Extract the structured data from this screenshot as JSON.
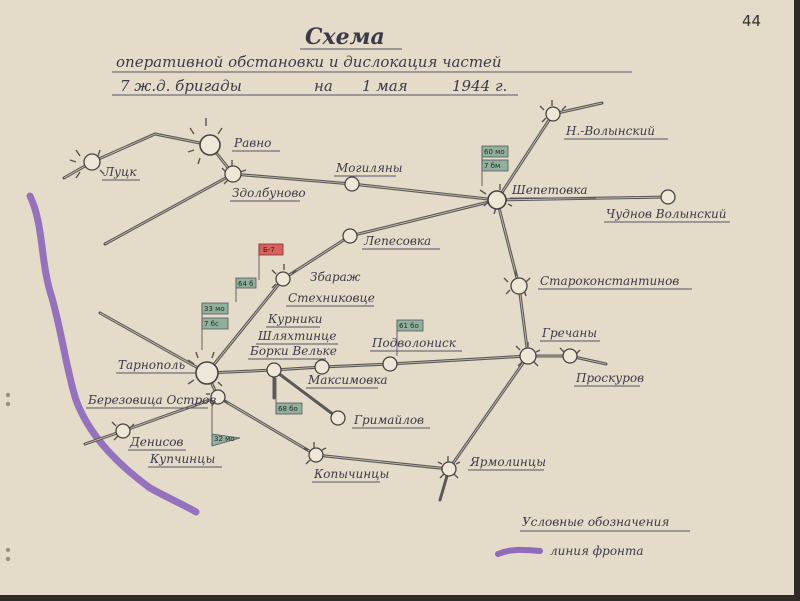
{
  "page_number": "44",
  "title": {
    "line1": "Схема",
    "line2": "оперативной обстановки и дислокация частей",
    "line3_a": "7 ж.д. бригады",
    "line3_b": "на",
    "line3_c": "1 мая",
    "line3_d": "1944 г."
  },
  "places": {
    "lutsk": "Луцк",
    "rovno": "Равно",
    "zdolbunovo": "Здолбуново",
    "mogilyany": "Могиляны",
    "shepetovka": "Шепетовка",
    "n_volynsky": "Н.-Волынский",
    "chudnov": "Чуднов Волынский",
    "lepesovka": "Лепесовка",
    "zbarazh": "Збараж",
    "stekhnikovtse": "Стехниковце",
    "starokonstantinov": "Староконстантинов",
    "kurniki": "Курники",
    "shlyakhtintse": "Шляхтинце",
    "podvolochisk": "Подволониск",
    "grechany": "Гречаны",
    "tarnopol": "Тарнополь",
    "borki_velke": "Борки Вельке",
    "maksimovka": "Максимовка",
    "proskurov": "Проскуров",
    "berezovitsa": "Березовица Остров",
    "grimailov": "Гримайлов",
    "denisov": "Денисов",
    "kupchintsy": "Купчинцы",
    "kopychintsy": "Копычинцы",
    "yarmolintsy": "Ярмолинцы"
  },
  "units": {
    "u60mo": "60 мо",
    "u7bm": "7 бм",
    "b7": "Б-7",
    "u64b": "64 б",
    "u33mo": "33 мо",
    "u7bs": "7 бс",
    "u61bo": "61 бо",
    "u68bo": "68 бо",
    "u32mo": "32 мо"
  },
  "legend": {
    "heading": "Условные обозначения",
    "front_line": "линия фронта"
  },
  "colors": {
    "paper": "#e4dcc9",
    "railway": "#5a5858",
    "front_line": "#7a4fb8",
    "unit_flag": "#8fb09a",
    "brigade_flag": "#d9605c"
  }
}
